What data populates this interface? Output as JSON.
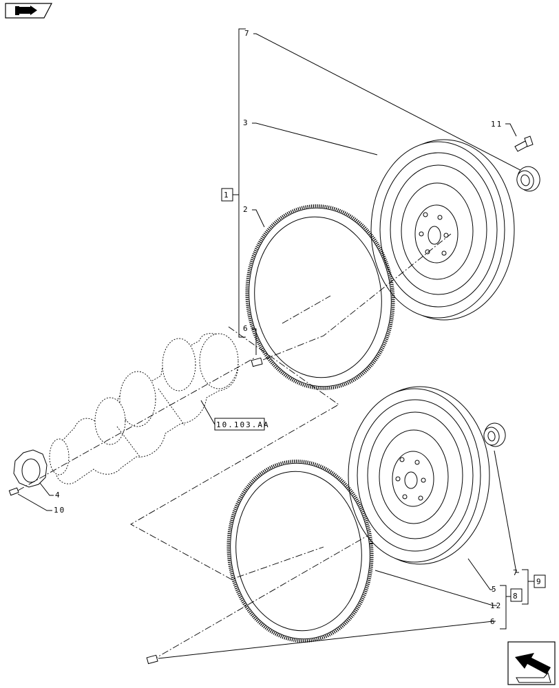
{
  "labels": {
    "group_kit": "1",
    "ring_gear_upper": "2",
    "flywheel_upper": "3",
    "pulley_nut": "4",
    "flywheel_lower": "5",
    "dowel_pin": "6",
    "dowel_pin_lower": "6",
    "bearing_upper": "7",
    "bearing_lower": "7",
    "group_lower_a": "8",
    "group_lower_b": "9",
    "pin_front": "10",
    "bolt": "11",
    "ring_gear_lower": "12",
    "crankshaft_ref": "10.103.AA"
  },
  "icons": {
    "top_left": "folder-arrow-icon",
    "bottom_right": "next-page-arrow-icon"
  }
}
